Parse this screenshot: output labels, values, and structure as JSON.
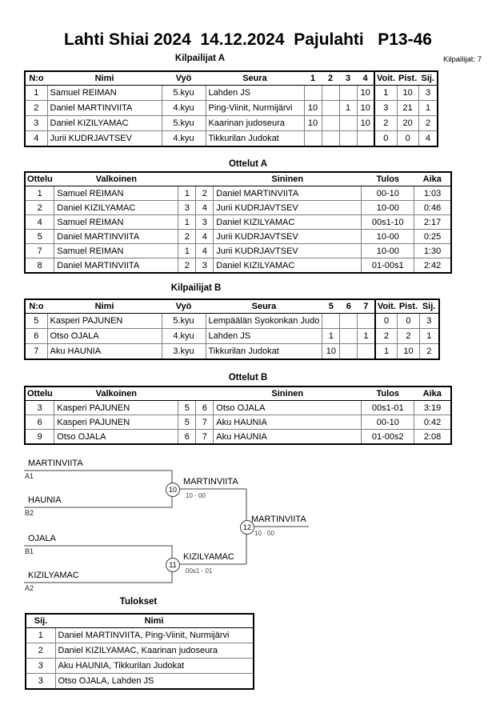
{
  "header": {
    "title": "Lahti Shiai 2024  14.12.2024  Pajulahti   P13-46",
    "competitors_count_label": "Kilpailijat: 7"
  },
  "pool_a": {
    "heading": "Kilpailijat A",
    "columns": [
      "N:o",
      "Nimi",
      "Vyö",
      "Seura",
      "1",
      "2",
      "3",
      "4",
      "Voit.",
      "Pist.",
      "Sij."
    ],
    "rows": [
      [
        "1",
        "Samuel REIMAN",
        "5.kyu",
        "Lahden JS",
        "",
        "",
        "",
        "10",
        "1",
        "10",
        "3"
      ],
      [
        "2",
        "Daniel MARTINVIITA",
        "4.kyu",
        "Ping-Viinit, Nurmijärvi",
        "10",
        "",
        "1",
        "10",
        "3",
        "21",
        "1"
      ],
      [
        "3",
        "Daniel KIZILYAMAC",
        "5.kyu",
        "Kaarinan judoseura",
        "10",
        "",
        "",
        "10",
        "2",
        "20",
        "2"
      ],
      [
        "4",
        "Jurii KUDRJAVTSEV",
        "4.kyu",
        "Tikkurilan Judokat",
        "",
        "",
        "",
        "",
        "0",
        "0",
        "4"
      ]
    ]
  },
  "matches_a": {
    "heading": "Ottelut A",
    "columns": [
      "Ottelu",
      "Valkoinen",
      "",
      "",
      "Sininen",
      "Tulos",
      "Aika"
    ],
    "rows": [
      [
        "1",
        "Samuel REIMAN",
        "1",
        "2",
        "Daniel MARTINVIITA",
        "00-10",
        "1:03"
      ],
      [
        "2",
        "Daniel KIZILYAMAC",
        "3",
        "4",
        "Jurii KUDRJAVTSEV",
        "10-00",
        "0:46"
      ],
      [
        "4",
        "Samuel REIMAN",
        "1",
        "3",
        "Daniel KIZILYAMAC",
        "00s1-10",
        "2:17"
      ],
      [
        "5",
        "Daniel MARTINVIITA",
        "2",
        "4",
        "Jurii KUDRJAVTSEV",
        "10-00",
        "0:25"
      ],
      [
        "7",
        "Samuel REIMAN",
        "1",
        "4",
        "Jurii KUDRJAVTSEV",
        "10-00",
        "1:30"
      ],
      [
        "8",
        "Daniel MARTINVIITA",
        "2",
        "3",
        "Daniel KIZILYAMAC",
        "01-00s1",
        "2:42"
      ]
    ]
  },
  "pool_b": {
    "heading": "Kilpailijat B",
    "columns": [
      "N:o",
      "Nimi",
      "Vyö",
      "Seura",
      "5",
      "6",
      "7",
      "Voit.",
      "Pist.",
      "Sij."
    ],
    "rows": [
      [
        "5",
        "Kasperi PAJUNEN",
        "5.kyu",
        "Lempäälän Syokonkan Judo",
        "",
        "",
        "",
        "0",
        "0",
        "3"
      ],
      [
        "6",
        "Otso OJALA",
        "4.kyu",
        "Lahden JS",
        "1",
        "",
        "1",
        "2",
        "2",
        "1"
      ],
      [
        "7",
        "Aku HAUNIA",
        "3.kyu",
        "Tikkurilan Judokat",
        "10",
        "",
        "",
        "1",
        "10",
        "2"
      ]
    ]
  },
  "matches_b": {
    "heading": "Ottelut B",
    "columns": [
      "Ottelu",
      "Valkoinen",
      "",
      "",
      "Sininen",
      "Tulos",
      "Aika"
    ],
    "rows": [
      [
        "3",
        "Kasperi PAJUNEN",
        "5",
        "6",
        "Otso OJALA",
        "00s1-01",
        "3:19"
      ],
      [
        "6",
        "Kasperi PAJUNEN",
        "5",
        "7",
        "Aku HAUNIA",
        "00-10",
        "0:42"
      ],
      [
        "9",
        "Otso OJALA",
        "6",
        "7",
        "Aku HAUNIA",
        "01-00s2",
        "2:08"
      ]
    ]
  },
  "bracket": {
    "semi1": {
      "top_name": "MARTINVIITA",
      "top_seed": "A1",
      "bottom_name": "HAUNIA",
      "bottom_seed": "B2",
      "match_no": "10",
      "winner": "MARTINVIITA",
      "score": "10 - 00"
    },
    "semi2": {
      "top_name": "OJALA",
      "top_seed": "B1",
      "bottom_name": "KIZILYAMAC",
      "bottom_seed": "A2",
      "match_no": "11",
      "winner": "KIZILYAMAC",
      "score": "00s1 - 01"
    },
    "final": {
      "match_no": "12",
      "winner": "MARTINVIITA",
      "score": "10 - 00"
    }
  },
  "results": {
    "heading": "Tulokset",
    "columns": [
      "Sij.",
      "Nimi"
    ],
    "rows": [
      [
        "1",
        "Daniel MARTINVIITA, Ping-Viinit, Nurmijärvi"
      ],
      [
        "2",
        "Daniel KIZILYAMAC, Kaarinan judoseura"
      ],
      [
        "3",
        "Aku HAUNIA, Tikkurilan Judokat"
      ],
      [
        "3",
        "Otso OJALA, Lahden JS"
      ]
    ]
  }
}
